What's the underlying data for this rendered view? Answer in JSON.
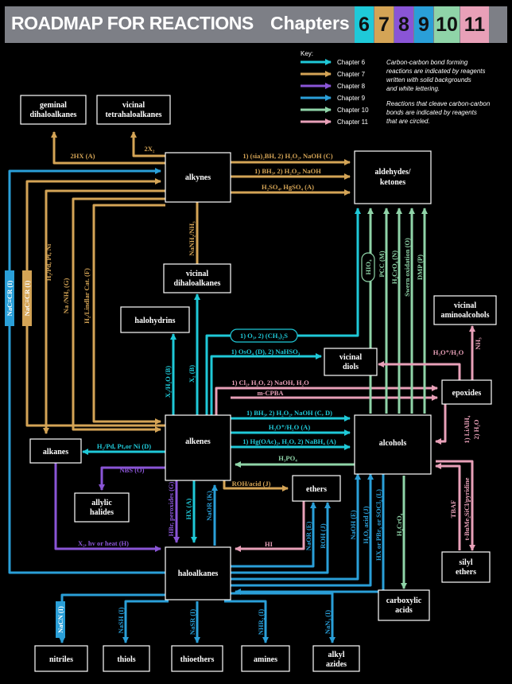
{
  "header": {
    "title": "ROADMAP FOR REACTIONS",
    "chapters_label": "Chapters",
    "chapters": [
      {
        "num": "6",
        "color": "#1fc9d8"
      },
      {
        "num": "7",
        "color": "#d4a456"
      },
      {
        "num": "8",
        "color": "#8a55d6"
      },
      {
        "num": "9",
        "color": "#2a9fd8"
      },
      {
        "num": "10",
        "color": "#8fd4a8"
      },
      {
        "num": "11",
        "color": "#e8a0b8"
      }
    ]
  },
  "key": {
    "title": "Key:",
    "items": [
      {
        "label": "Chapter 6",
        "color": "#1fc9d8"
      },
      {
        "label": "Chapter 7",
        "color": "#d4a456"
      },
      {
        "label": "Chapter 8",
        "color": "#8a55d6"
      },
      {
        "label": "Chapter 9",
        "color": "#2a9fd8"
      },
      {
        "label": "Chapter 10",
        "color": "#8fd4a8"
      },
      {
        "label": "Chapter 11",
        "color": "#e8a0b8"
      }
    ],
    "note1": [
      "Carbon-carbon bond forming",
      "reactions are indicated by reagents",
      "written with solid backgrounds",
      "and white lettering."
    ],
    "note2": [
      "Reactions that cleave carbon-carbon",
      "bonds are indicated by reagents",
      "that are circled."
    ]
  },
  "nodes": {
    "geminal": [
      "geminal",
      "dihaloalkanes"
    ],
    "vicinal_tetra": [
      "vicinal",
      "tetrahaloalkanes"
    ],
    "alkynes": [
      "alkynes"
    ],
    "aldehydes": [
      "aldehydes/",
      "ketones"
    ],
    "vicinal_dihalo": [
      "vicinal",
      "dihaloalkanes"
    ],
    "halohydrins": [
      "halohydrins"
    ],
    "vicinal_amino": [
      "vicinal",
      "aminoalcohols"
    ],
    "vicinal_diols": [
      "vicinal",
      "diols"
    ],
    "epoxides": [
      "epoxides"
    ],
    "alkenes": [
      "alkenes"
    ],
    "alcohols": [
      "alcohols"
    ],
    "alkanes": [
      "alkanes"
    ],
    "allylic": [
      "allylic",
      "halides"
    ],
    "ethers": [
      "ethers"
    ],
    "haloalkanes": [
      "haloalkanes"
    ],
    "silyl": [
      "silyl",
      "ethers"
    ],
    "carboxylic": [
      "carboxylic",
      "acids"
    ],
    "nitriles": [
      "nitriles"
    ],
    "thiols": [
      "thiols"
    ],
    "thioethers": [
      "thioethers"
    ],
    "amines": [
      "amines"
    ],
    "alkyl_azides": [
      "alkyl",
      "azides"
    ]
  },
  "reagents": {
    "r_2hx": "2HX (A)",
    "r_2x2": "2X₂",
    "r_sia": "1) (sia)₂BH, 2) H₂O₂, NaOH (C)",
    "r_bh3": "1) BH₃, 2) H₂O₂, NaOH",
    "r_h2so4": "H₂SO₄, HgSO₄ (A)",
    "r_nanh2": "NaNH₂/NH₃",
    "r_naccr1": "NaC≡CR (I)",
    "r_naccr2": "NaC≡CR (I)",
    "r_h2pd": "H₂/Pd, Pt, Ni",
    "r_nanh3": "Na /NH₃ (G)",
    "r_lindlar": "H₂/Lindlar Cat. (F)",
    "r_x2h2o": "X₂/H₂O (B)",
    "r_x2": "X₂ (B)",
    "r_o3": "1) O₃, 2) (CH₃)₂S",
    "r_oso4": "1) OsO₄ (D), 2) NaHSO₃",
    "r_cl2": "1) Cl₂, H₂O, 2) NaOH, H₂O",
    "r_mcpba": "m-CPBA",
    "r_bh3b": "1) BH₃, 2) H₂O₂, NaOH (C, D)",
    "r_h3o": "H₃O⁺/H₂O (A)",
    "r_hgoac": "1) Hg(OAc)₂, H₂O, 2) NaBH₄ (A)",
    "r_h3po4": "H₃PO₄",
    "r_h3o_epox": "H₃O⁺/H₂O",
    "r_nh3": "NH₃",
    "r_lialh4": "1) LiAlH₄",
    "r_h2o": "2) H₂O",
    "r_tbaf": "TBAF",
    "r_tbdms": "t-BuMe₂SiCl/pyridine",
    "r_hio4": "HIO₄",
    "r_pcc": "PCC (M)",
    "r_h2cro4": "H₂CrO₄ (N)",
    "r_swern": "Swern oxidation (O)",
    "r_dmp": "DMP (P)",
    "r_h2pd_alkanes": "H₂/Pd, Pt,or Ni (D)",
    "r_nbs": "NBS (O)",
    "r_x2hv": "X₂, hv or heat (H)",
    "r_hbr": "HBr, peroxides (G)",
    "r_hx": "HX (A)",
    "r_naor1": "NaOR (K)",
    "r_rohacid": "ROH/acid (J)",
    "r_hi": "HI",
    "r_naor2": "NaOR (E)",
    "r_roh": "ROH (J)",
    "r_naoh": "NaOH (E)",
    "r_h2oacid": "H₂O, acid (J)",
    "r_hxpbr3": "HX or PBr₃ or SOCl₂ (L)",
    "r_h2cro4b": "H₂CrO₄",
    "r_nacn": "NaCN (I)",
    "r_nash": "NaSH (I)",
    "r_nasr": "NaSR (I)",
    "r_nhr2": "NHR₂ (I)",
    "r_nan3": "NaN₃ (I)"
  }
}
